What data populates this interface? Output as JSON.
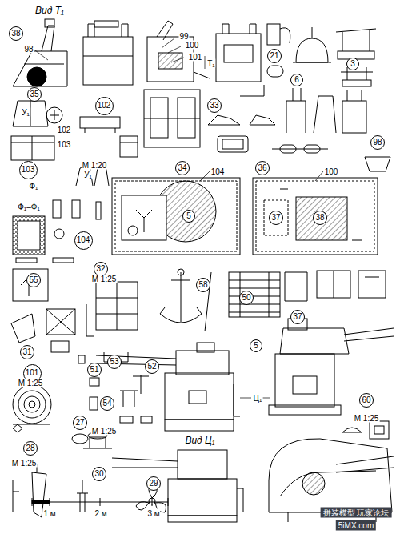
{
  "diagram": {
    "nodes": [
      {
        "text": [
          "38"
        ]
      },
      {
        "text": [
          "21"
        ]
      },
      {
        "text": [
          "3"
        ]
      },
      {
        "text": [
          "6"
        ]
      },
      {
        "text": [
          "35"
        ]
      },
      {
        "text": [
          "102"
        ]
      },
      {
        "text": [
          "33"
        ]
      },
      {
        "text": [
          "98"
        ]
      },
      {
        "text": [
          "103"
        ]
      },
      {
        "text": [
          "34"
        ]
      },
      {
        "text": [
          "36"
        ]
      },
      {
        "text": [
          "5"
        ]
      },
      {
        "text": [
          "37"
        ]
      },
      {
        "text": [
          "38"
        ]
      },
      {
        "text": [
          "104"
        ]
      },
      {
        "text": [
          "32"
        ]
      },
      {
        "text": [
          "55"
        ]
      },
      {
        "text": [
          "58"
        ]
      },
      {
        "text": [
          "50"
        ]
      },
      {
        "text": [
          "37"
        ]
      },
      {
        "text": [
          "5"
        ]
      },
      {
        "text": [
          "31"
        ]
      },
      {
        "text": [
          "101"
        ]
      },
      {
        "text": [
          "53"
        ]
      },
      {
        "text": [
          "51"
        ]
      },
      {
        "text": [
          "52"
        ]
      },
      {
        "text": [
          "54"
        ]
      },
      {
        "text": [
          "60"
        ]
      },
      {
        "text": [
          "27"
        ]
      },
      {
        "text": [
          "28"
        ]
      },
      {
        "text": [
          "30"
        ]
      },
      {
        "text": [
          "29"
        ]
      }
    ],
    "labels": [
      "Вид Т₁",
      "98",
      "99",
      "100",
      "101",
      "Т₁",
      "У₁",
      "102",
      "103",
      "М 1:20",
      "У₁",
      "104",
      "100",
      "Ф₁",
      "Ф₁–Ф₁",
      "М 1:25",
      "М 1:25",
      "Ц₁",
      "М 1:25",
      "М 1:25",
      "М 1:25",
      "Вид Ц₁",
      "1 м",
      "2 м",
      "3 м",
      "拼装模型 玩家论坛",
      "5iMX.com"
    ]
  }
}
